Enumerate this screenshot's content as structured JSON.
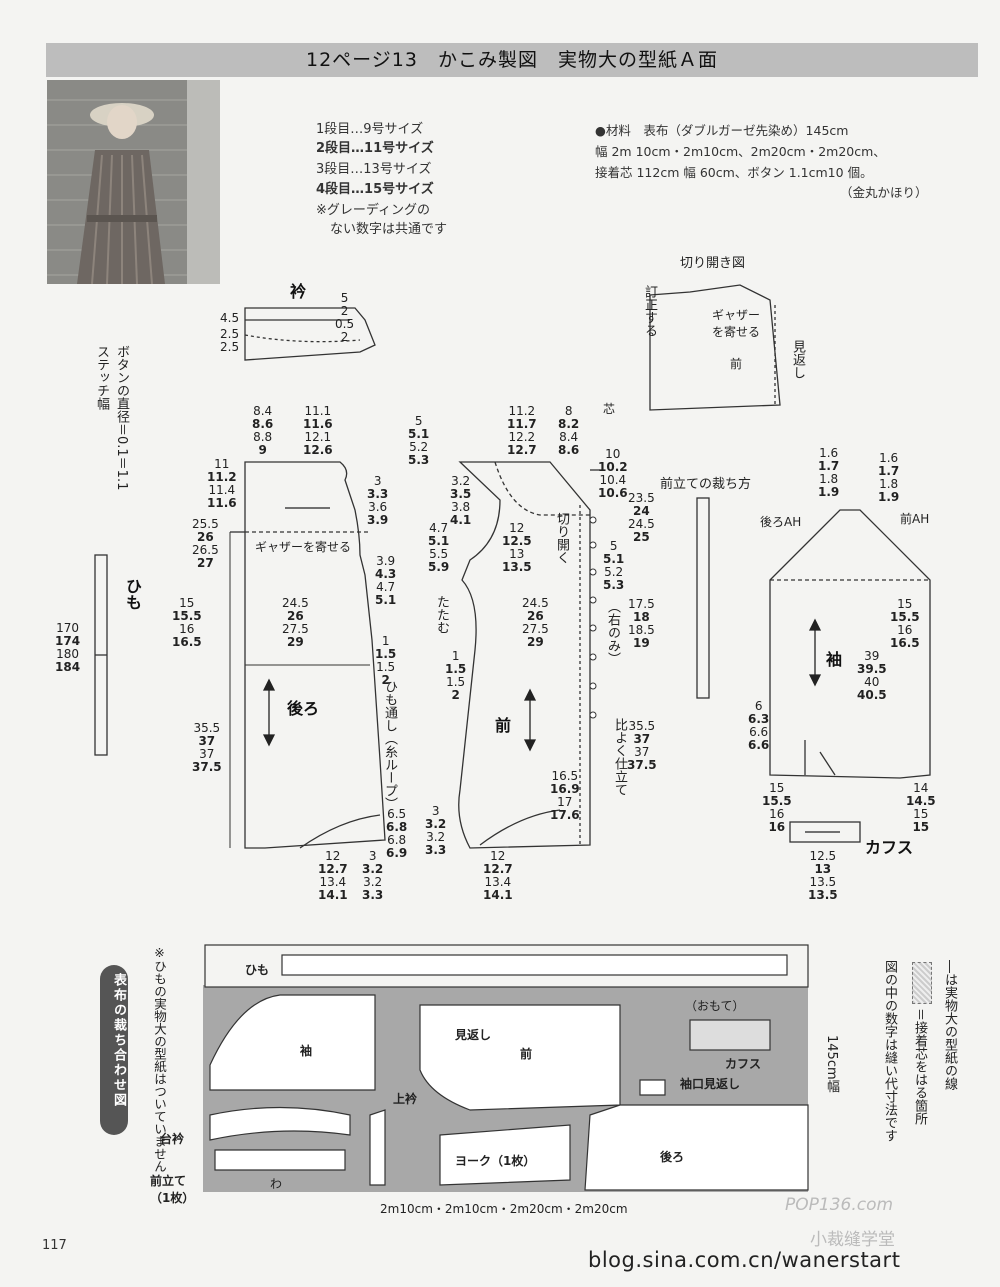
{
  "header": {
    "title": "12ページ13　かこみ製図　実物大の型紙Ａ面"
  },
  "sizes": [
    {
      "text": "1段目…9号サイズ",
      "bold": false
    },
    {
      "text": "2段目…11号サイズ",
      "bold": true
    },
    {
      "text": "3段目…13号サイズ",
      "bold": false
    },
    {
      "text": "4段目…15号サイズ",
      "bold": true
    }
  ],
  "grading_note": [
    "※グレーディングの",
    "ない数字は共通です"
  ],
  "materials": {
    "line1": "●材料　表布（ダブルガーゼ先染め）145cm",
    "line2": "幅 2m 10cm・2m10cm、2m20cm・2m20cm、",
    "line3": "接着芯 112cm 幅 60cm、ボタン 1.1cm10 個。",
    "credit": "（金丸かほり）"
  },
  "labels": {
    "collar": "衿",
    "back": "後ろ",
    "front": "前",
    "sleeve": "袖",
    "cuff": "カフス",
    "tie": "ひも",
    "cut_open": "切り開き図",
    "front_placket_cut": "前立ての裁ち方",
    "button_note": "ボタンの直径＝0.1＝1.1",
    "stitch_width": "ステッチ幅",
    "gather": "ギャザーを寄せる",
    "gather2": "ギャザー\nを寄せる",
    "correct": "訂正する",
    "facing": "見返し",
    "interfacing": "芯",
    "back_ah": "後ろAH",
    "front_ah": "前AH",
    "cut_open_v": "切り開く",
    "fold": "たたむ",
    "right_only": "（右のみ）",
    "tie_loop": "ひも通し（糸ループ）",
    "compare": "比よく仕立て"
  },
  "numbers": {
    "collar_left": [
      "4.5",
      "2.5",
      "2.5"
    ],
    "collar_right": [
      "5",
      "2",
      "0.5",
      "2"
    ],
    "back_top_a": [
      "8.4",
      "8.6",
      "8.8",
      "9"
    ],
    "back_top_b": [
      "11.1",
      "11.6",
      "12.1",
      "12.6"
    ],
    "back_left_a": [
      "11",
      "11.2",
      "11.4",
      "11.6"
    ],
    "back_left_b": [
      "25.5",
      "26",
      "26.5",
      "27"
    ],
    "back_left_c": [
      "15",
      "15.5",
      "16",
      "16.5"
    ],
    "back_left_d": [
      "35.5",
      "37",
      "37",
      "37.5"
    ],
    "back_right_a": [
      "3",
      "3.3",
      "3.6",
      "3.9"
    ],
    "back_right_b": [
      "3.9",
      "4.3",
      "4.7",
      "5.1"
    ],
    "back_right_c": [
      "1",
      "1.5",
      "1.5",
      "2"
    ],
    "back_mid": [
      "24.5",
      "26",
      "27.5",
      "29"
    ],
    "back_hem_r": [
      "6.5",
      "6.8",
      "6.8",
      "6.9"
    ],
    "back_hem_b": [
      "12",
      "12.7",
      "13.4",
      "14.1"
    ],
    "back_hem_c": [
      "3",
      "3.2",
      "3.2",
      "3.3"
    ],
    "front_top_a": [
      "11.2",
      "11.7",
      "12.2",
      "12.7"
    ],
    "front_top_b": [
      "8",
      "8.2",
      "8.4",
      "8.6"
    ],
    "front_left_a": [
      "3.2",
      "3.5",
      "3.8",
      "4.1"
    ],
    "front_left_b": [
      "4.7",
      "5.1",
      "5.5",
      "5.9"
    ],
    "front_left_c": [
      "1",
      "1.5",
      "1.5",
      "2"
    ],
    "front_right_a": [
      "10",
      "10.2",
      "10.4",
      "10.6"
    ],
    "front_right_b": [
      "23.5",
      "24",
      "24.5",
      "25"
    ],
    "front_right_c": [
      "5",
      "5.1",
      "5.2",
      "5.3"
    ],
    "front_right_d": [
      "17.5",
      "18",
      "18.5",
      "19"
    ],
    "front_right_e": [
      "35.5",
      "37",
      "37",
      "37.5"
    ],
    "front_right_f": [
      "16.5",
      "16.9",
      "17",
      "17.6"
    ],
    "front_mid": [
      "24.5",
      "26",
      "27.5",
      "29"
    ],
    "front_neck": [
      "12",
      "12.5",
      "13",
      "13.5"
    ],
    "front_hem_b": [
      "12",
      "12.7",
      "13.4",
      "14.1"
    ],
    "front_hem_l": [
      "3",
      "3.2",
      "3.2",
      "3.3"
    ],
    "collar_stand": [
      "5",
      "5.1",
      "5.2",
      "5.3"
    ],
    "tie_len": [
      "170",
      "174",
      "180",
      "184"
    ],
    "sleeve_top_l": [
      "1.6",
      "1.7",
      "1.8",
      "1.9"
    ],
    "sleeve_top_r": [
      "1.6",
      "1.7",
      "1.8",
      "1.9"
    ],
    "sleeve_r": [
      "15",
      "15.5",
      "16",
      "16.5"
    ],
    "sleeve_len": [
      "39",
      "39.5",
      "40",
      "40.5"
    ],
    "sleeve_l": [
      "6",
      "6.3",
      "6.6",
      "6.6"
    ],
    "sleeve_bl": [
      "15",
      "15.5",
      "16",
      "16"
    ],
    "sleeve_br": [
      "14",
      "14.5",
      "15",
      "15"
    ],
    "cuff_w": [
      "12.5",
      "13",
      "13.5",
      "13.5"
    ]
  },
  "layout": {
    "title": "表布の裁ち合わせ図",
    "note": "※ひもの実物大の型紙はついていません",
    "pieces": [
      "ひも",
      "袖",
      "見返し",
      "前",
      "カフス",
      "袖口見返し",
      "上衿",
      "台衿",
      "前立て（1枚）",
      "ヨーク（1枚）",
      "後ろ",
      "わ"
    ],
    "surface": "（おもて）",
    "width_label": "145cm幅",
    "length_label": "2m10cm・2m10cm・2m20cm・2m20cm"
  },
  "legend": {
    "line1": "―は実物大の型紙の線",
    "line2": "＝接着芯をはる箇所",
    "line3": "図の中の数字は縫い代寸法です"
  },
  "footer": {
    "page": "117",
    "url": "blog.sina.com.cn/wanerstart",
    "watermark1": "POP136.com",
    "watermark2": "小裁缝学堂"
  }
}
